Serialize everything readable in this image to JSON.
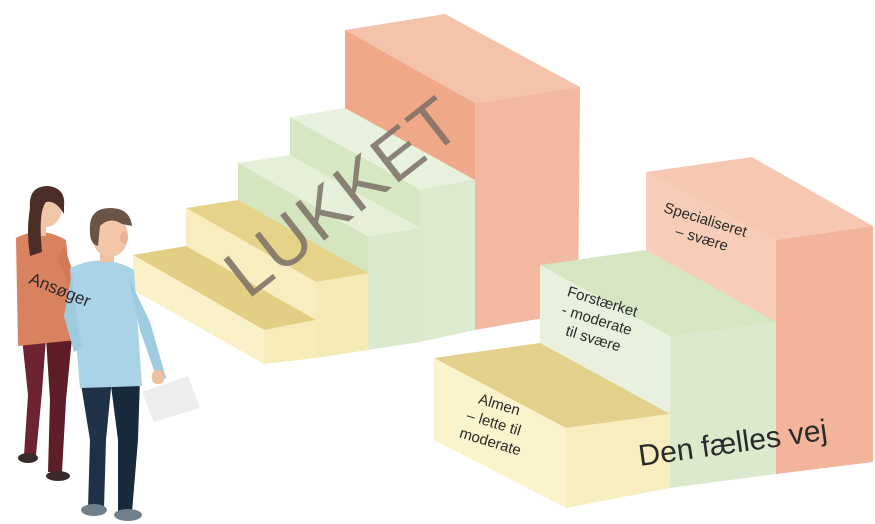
{
  "closed_stairs": {
    "stamp": "LUKKET"
  },
  "applicant": {
    "label": "Ansøger"
  },
  "common_path": {
    "title": "Den fælles vej",
    "steps": [
      {
        "lines": [
          "Almen",
          "– lette til",
          "moderate"
        ]
      },
      {
        "lines": [
          "Forstærket",
          "- moderate",
          "til svære"
        ]
      },
      {
        "lines": [
          "Specialiseret",
          "– svære"
        ]
      }
    ]
  },
  "colors": {
    "yellow": "#f7ecbd",
    "green": "#dcebcc",
    "salmon": "#f0ab8e",
    "stamp": "#7a6e65",
    "shirt_blue": "#a9d3e6",
    "shirt_orange": "#d9825f",
    "pants_navy": "#1f3146",
    "pants_maroon": "#6e2430"
  }
}
